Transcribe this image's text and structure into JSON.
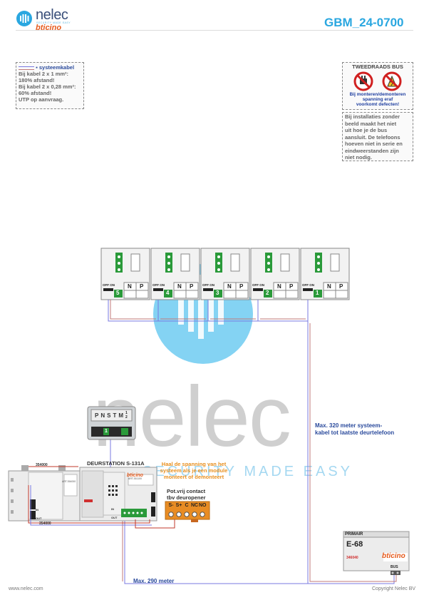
{
  "header": {
    "logo_word": "nelec",
    "logo_tagline": "SECURITY MADE EASY",
    "brand": "bticino",
    "title": "GBM_24-0700"
  },
  "cable_note": {
    "heading": "systeemkabel",
    "lines": [
      "Bij kabel 2 x 1 mm²:",
      "180% afstand!",
      "Bij kabel 2 x 0,28 mm²:",
      "60% afstand!",
      "UTP op aanvraag."
    ]
  },
  "warning": {
    "heading": "TWEEDRAADS BUS",
    "text_lines": [
      "Bij monteren/demonteren",
      "spanning eraf",
      "voorkomt defecten!"
    ]
  },
  "info_note": {
    "lines": [
      "Bij installaties zonder",
      "beeld maakt het niet",
      "uit hoe je de bus",
      "aansluit. De telefoons",
      "hoeven niet in serie en",
      "eindweerstanden zijn",
      "niet nodig."
    ]
  },
  "handsets": [
    {
      "number": "5",
      "dip_label": "OFF ON",
      "n": "N",
      "p": "P"
    },
    {
      "number": "4",
      "dip_label": "OFF ON",
      "n": "N",
      "p": "P"
    },
    {
      "number": "3",
      "dip_label": "OFF ON",
      "n": "N",
      "p": "P"
    },
    {
      "number": "2",
      "dip_label": "OFF ON",
      "n": "N",
      "p": "P"
    },
    {
      "number": "1",
      "dip_label": "OFF ON",
      "n": "N",
      "p": "P"
    }
  ],
  "module_zoom": {
    "labels": [
      "P",
      "N",
      "S",
      "T",
      "M"
    ],
    "small": [
      "1",
      "2"
    ],
    "slot": "1"
  },
  "door_station": {
    "label": "DEURSTATION S-131A",
    "module_code_left": "354000",
    "module_code_bottom": "354000",
    "art_left": "ART.354000",
    "art_right": "ART.351100",
    "in_label": "IN",
    "out_label": "OUT"
  },
  "notes": {
    "spanning": [
      "Haal de spanning van het",
      "systeem als je een module",
      "monteert of demonteert"
    ],
    "contact": [
      "Pot.vrij contact",
      "tbv deuropener"
    ],
    "max320": [
      "Max. 320 meter systeem-",
      "kabel tot laatste deurtelefoon"
    ],
    "max290": "Max. 290 meter"
  },
  "terminals": [
    "S-",
    "S+",
    "C",
    "NC",
    "NO"
  ],
  "power_supply": {
    "primary": "PRIMAIR",
    "model": "E-68",
    "code": "346040",
    "brand": "bticino",
    "bus": "BUS"
  },
  "watermark": {
    "word": "nelec",
    "tagline": "SECURITY MADE EASY"
  },
  "footer": {
    "left": "www.nelec.com",
    "right": "Copyright Nelec BV"
  },
  "colors": {
    "accent": "#2aa7e0",
    "orange": "#e89020",
    "bus_red": "#c0392b",
    "terminal_green": "#2a9a3a"
  }
}
